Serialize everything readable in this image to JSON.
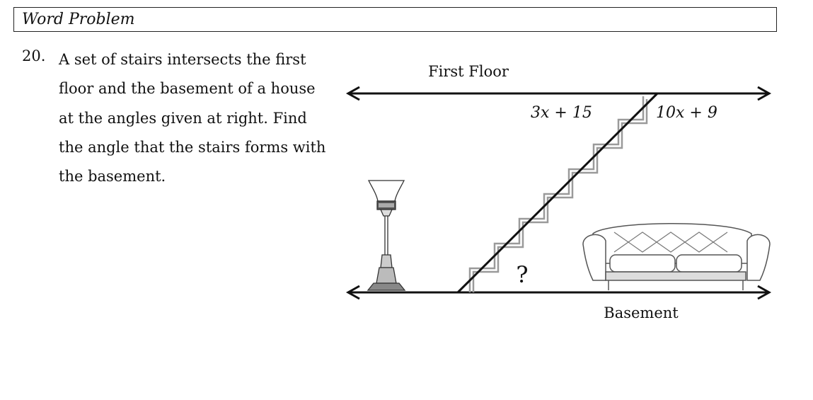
{
  "header": {
    "title": "Word Problem"
  },
  "problem": {
    "number": "20.",
    "lines": [
      "A set of stairs intersects the first",
      "floor and the basement of a house",
      "at the angles given at right.  Find",
      "the angle that the stairs forms with",
      "the basement."
    ]
  },
  "figure": {
    "top_label": "First Floor",
    "bottom_label": "Basement",
    "angle_left": "3x + 15",
    "angle_right": "10x + 9",
    "unknown": "?",
    "icons": [
      "floor-lamp-icon",
      "sofa-icon",
      "stairs-icon"
    ]
  }
}
